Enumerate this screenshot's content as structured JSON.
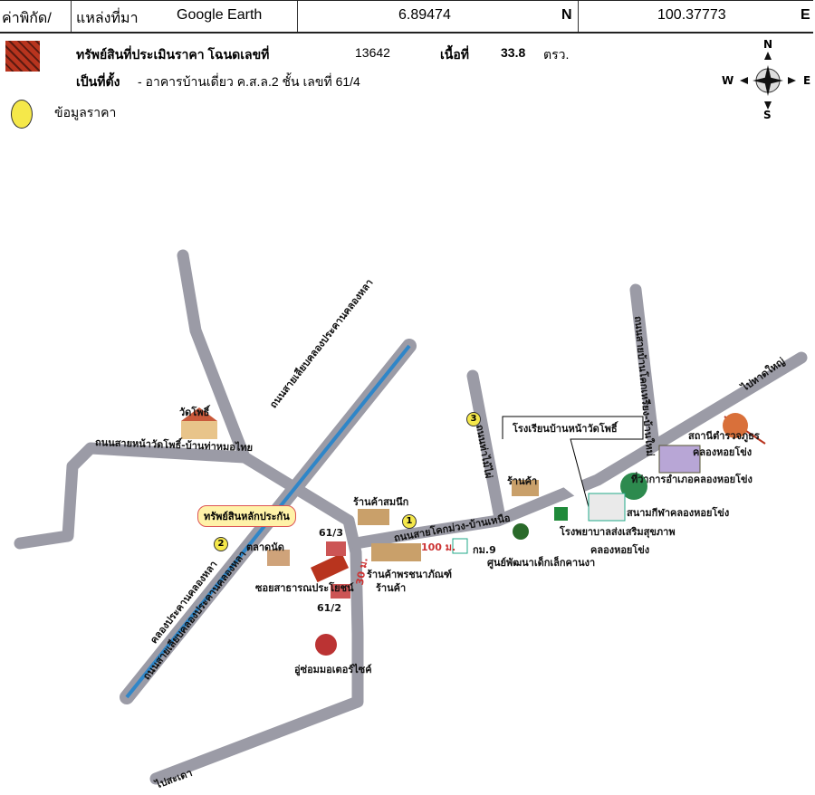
{
  "header": {
    "label": "ค่าพิกัด/",
    "source_label": "แหล่งที่มา",
    "source": "Google Earth",
    "lat": "6.89474",
    "lat_dir": "N",
    "lon": "100.37773",
    "lon_dir": "E"
  },
  "legend": {
    "property_label": "ทรัพย์สินที่ประเมินราคา โฉนดเลขที่",
    "deed_no": "13642",
    "area_label": "เนื้อที่",
    "area": "33.8",
    "area_unit": "ตรว.",
    "location_label": "เป็นที่ตั้ง",
    "location": "- อาคารบ้านเดี่ยว ค.ส.ล.2 ชั้น เลขที่ 61/4",
    "price_label": "ข้อมูลราคา"
  },
  "compass": {
    "n": "N",
    "s": "S",
    "e": "E",
    "w": "W"
  },
  "map": {
    "labels": {
      "temple": "วัดโพธิ์",
      "road_temple": "ถนนสายหน้าวัดโพธิ์-บ้านท่าหมอไทย",
      "canal_road": "ถนนสายเลียบคลองประคานคลองหลา",
      "canal_road2": "ถนนสายเลียบคลองประคานคลองหลา",
      "canal": "คลองประคานคลองหลา",
      "collateral": "ทรัพย์สินหลักประกัน",
      "market": "ตลาดนัด",
      "h613": "61/3",
      "h612": "61/2",
      "soi": "ซอยสาธารณประโยชน์",
      "shop_somnuek": "ร้านค้าสมนึก",
      "shop_phot": "ร้านค้าพรชนาภัณฑ์",
      "shop": "ร้านค้า",
      "dist": "100 ม.",
      "dist2": "30 ม.",
      "motor": "อู่ซ่อมมอเตอร์ไซค์",
      "road_main": "ถนนสายโคกม่วง-บ้านเหนือ",
      "km": "กม.9",
      "road_thamai": "ถนนท่าไม้ไผ่",
      "shop2": "ร้านค้า",
      "school": "โรงเรียนบ้านหน้าวัดโพธิ์",
      "hospital": "โรงพยาบาลส่งเสริมสุขภาพ",
      "hospital2": "คลองหอยโข่ง",
      "childcare": "ศูนย์พัฒนาเด็กเล็กคานงา",
      "stadium": "สนามกีฬาคลองหอยโข่ง",
      "district": "ที่ว่าการอำเภอคลองหอยโข่ง",
      "police": "สถานีตำรวจภูธร",
      "police2": "คลองหอยโข่ง",
      "road_ne": "ถนนสายบ้านโคกเหรียง-บ้านใหม่",
      "to_hatyai": "ไปหาดใหญ่",
      "to_sadao": "ไปสะเดา",
      "n1": "1",
      "n2": "2",
      "n3": "3"
    }
  },
  "colors": {
    "road": "#9b9ba6",
    "canal": "#2f86c8",
    "property": "#b8341e",
    "price": "#f5e84a"
  }
}
